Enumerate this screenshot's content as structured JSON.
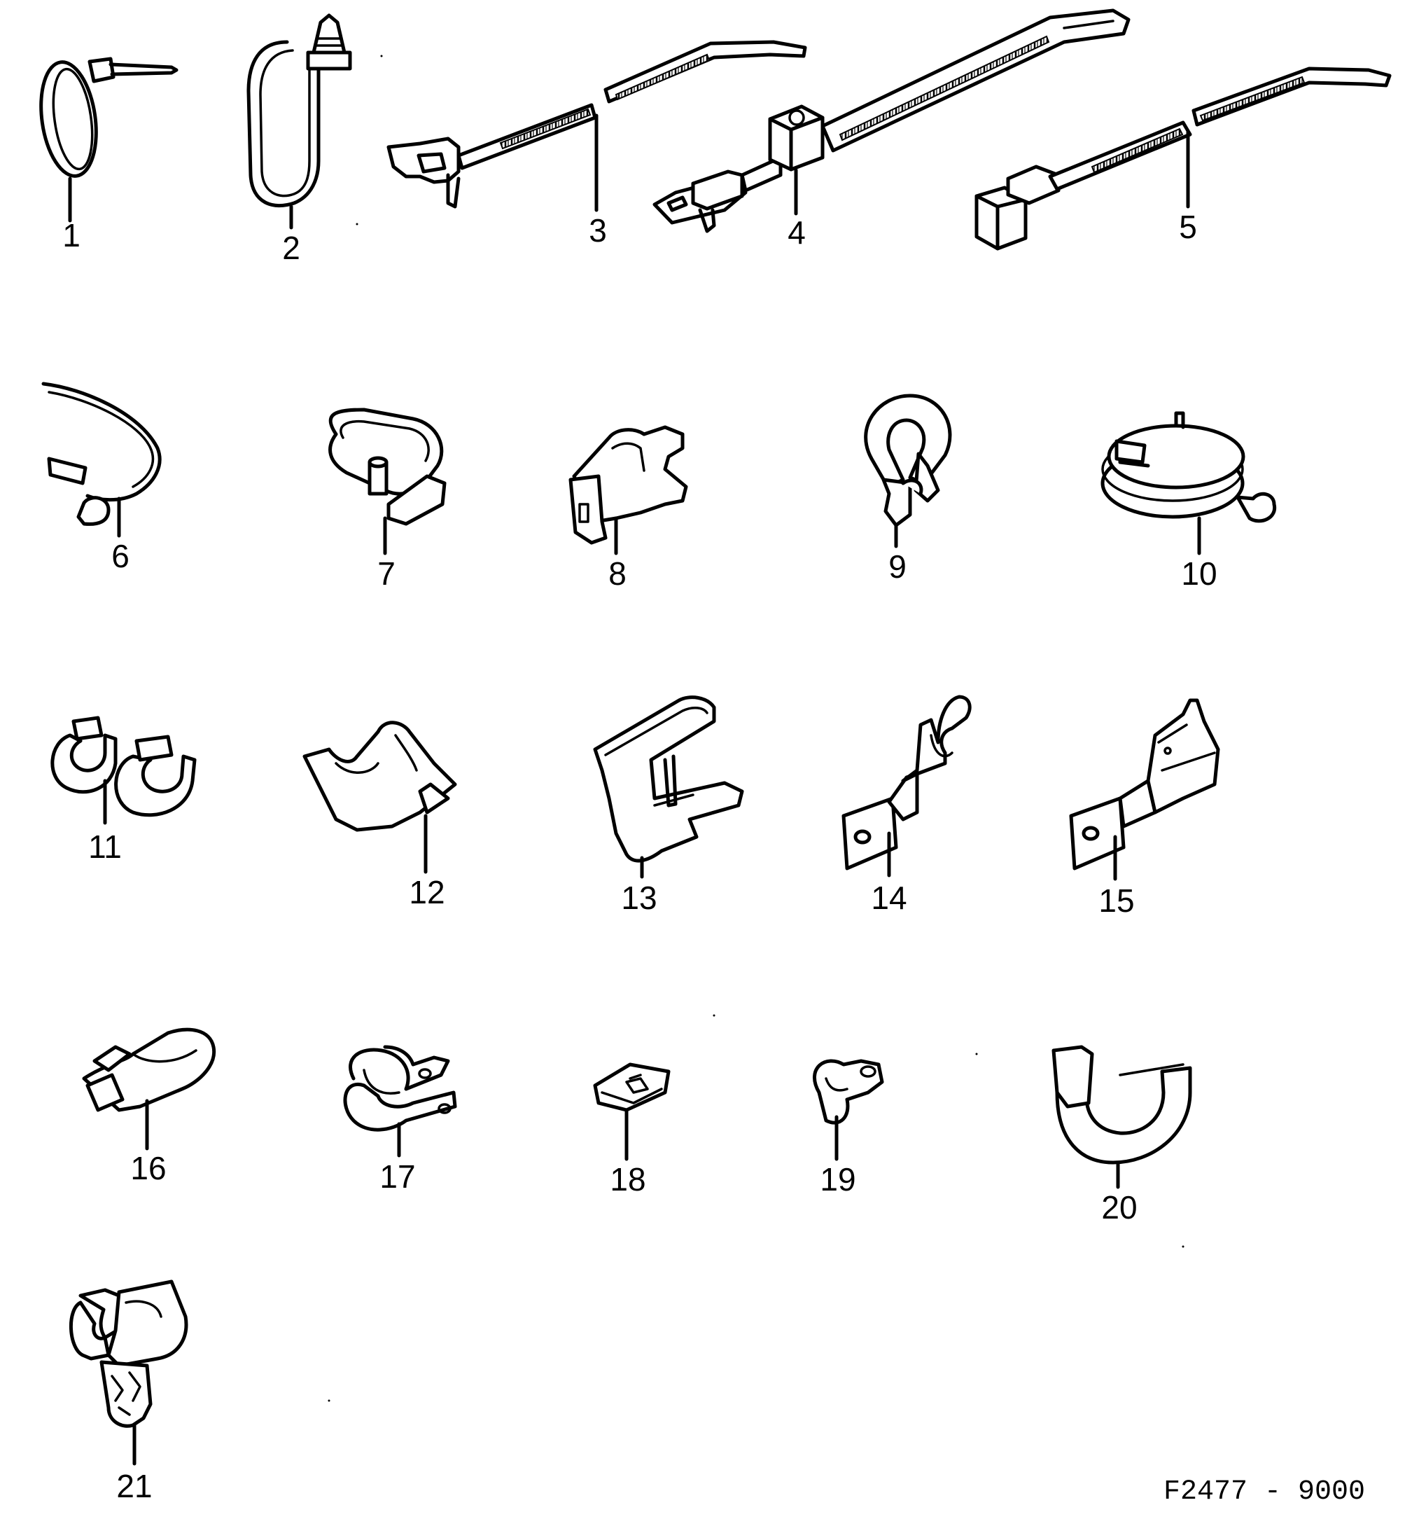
{
  "figure_code": "F2477 - 9000",
  "parts": [
    {
      "label": "1"
    },
    {
      "label": "2"
    },
    {
      "label": "3"
    },
    {
      "label": "4"
    },
    {
      "label": "5"
    },
    {
      "label": "6"
    },
    {
      "label": "7"
    },
    {
      "label": "8"
    },
    {
      "label": "9"
    },
    {
      "label": "10"
    },
    {
      "label": "11"
    },
    {
      "label": "12"
    },
    {
      "label": "13"
    },
    {
      "label": "14"
    },
    {
      "label": "15"
    },
    {
      "label": "16"
    },
    {
      "label": "17"
    },
    {
      "label": "18"
    },
    {
      "label": "19"
    },
    {
      "label": "20"
    },
    {
      "label": "21"
    }
  ]
}
